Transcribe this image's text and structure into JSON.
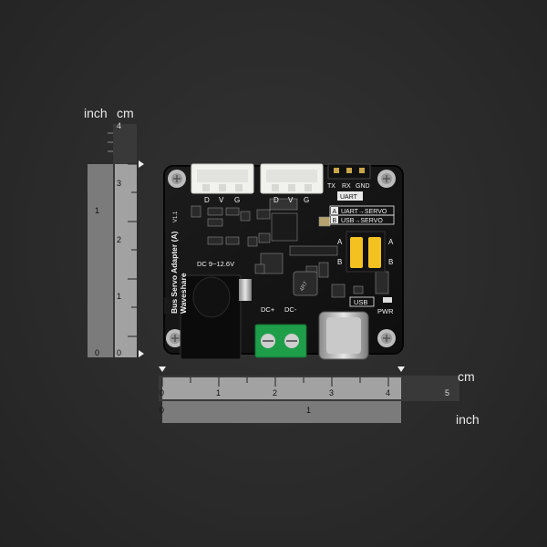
{
  "ruler_vertical": {
    "unit_inch": "inch",
    "unit_cm": "cm",
    "cm_ticks": [
      "0",
      "1",
      "2",
      "3",
      "4"
    ],
    "inch_ticks": [
      "0",
      "1"
    ]
  },
  "ruler_horizontal": {
    "unit_cm": "cm",
    "unit_inch": "inch",
    "cm_ticks": [
      "0",
      "1",
      "2",
      "3",
      "4",
      "5"
    ],
    "inch_ticks": [
      "0",
      "1"
    ]
  },
  "board": {
    "title_line1": "Bus Servo Adapter (A)",
    "title_line2": "Waveshare",
    "version": "V1.1",
    "connector_pins_left": [
      "D",
      "V",
      "G"
    ],
    "connector_pins_right": [
      "D",
      "V",
      "G"
    ],
    "header_pins": [
      "TX",
      "RX",
      "GND"
    ],
    "uart_label": "UART",
    "mode_a": "A",
    "mode_a_text": "UART→SERVO",
    "mode_b": "B",
    "mode_b_text": "USB→SERVO",
    "jumper_a": "A",
    "jumper_b": "B",
    "dc_input": "DC 9~12.6V",
    "dc_plus": "DC+",
    "dc_minus": "DC-",
    "usb_label": "USB",
    "pwr_label": "PWR",
    "inductor": "4R7"
  }
}
